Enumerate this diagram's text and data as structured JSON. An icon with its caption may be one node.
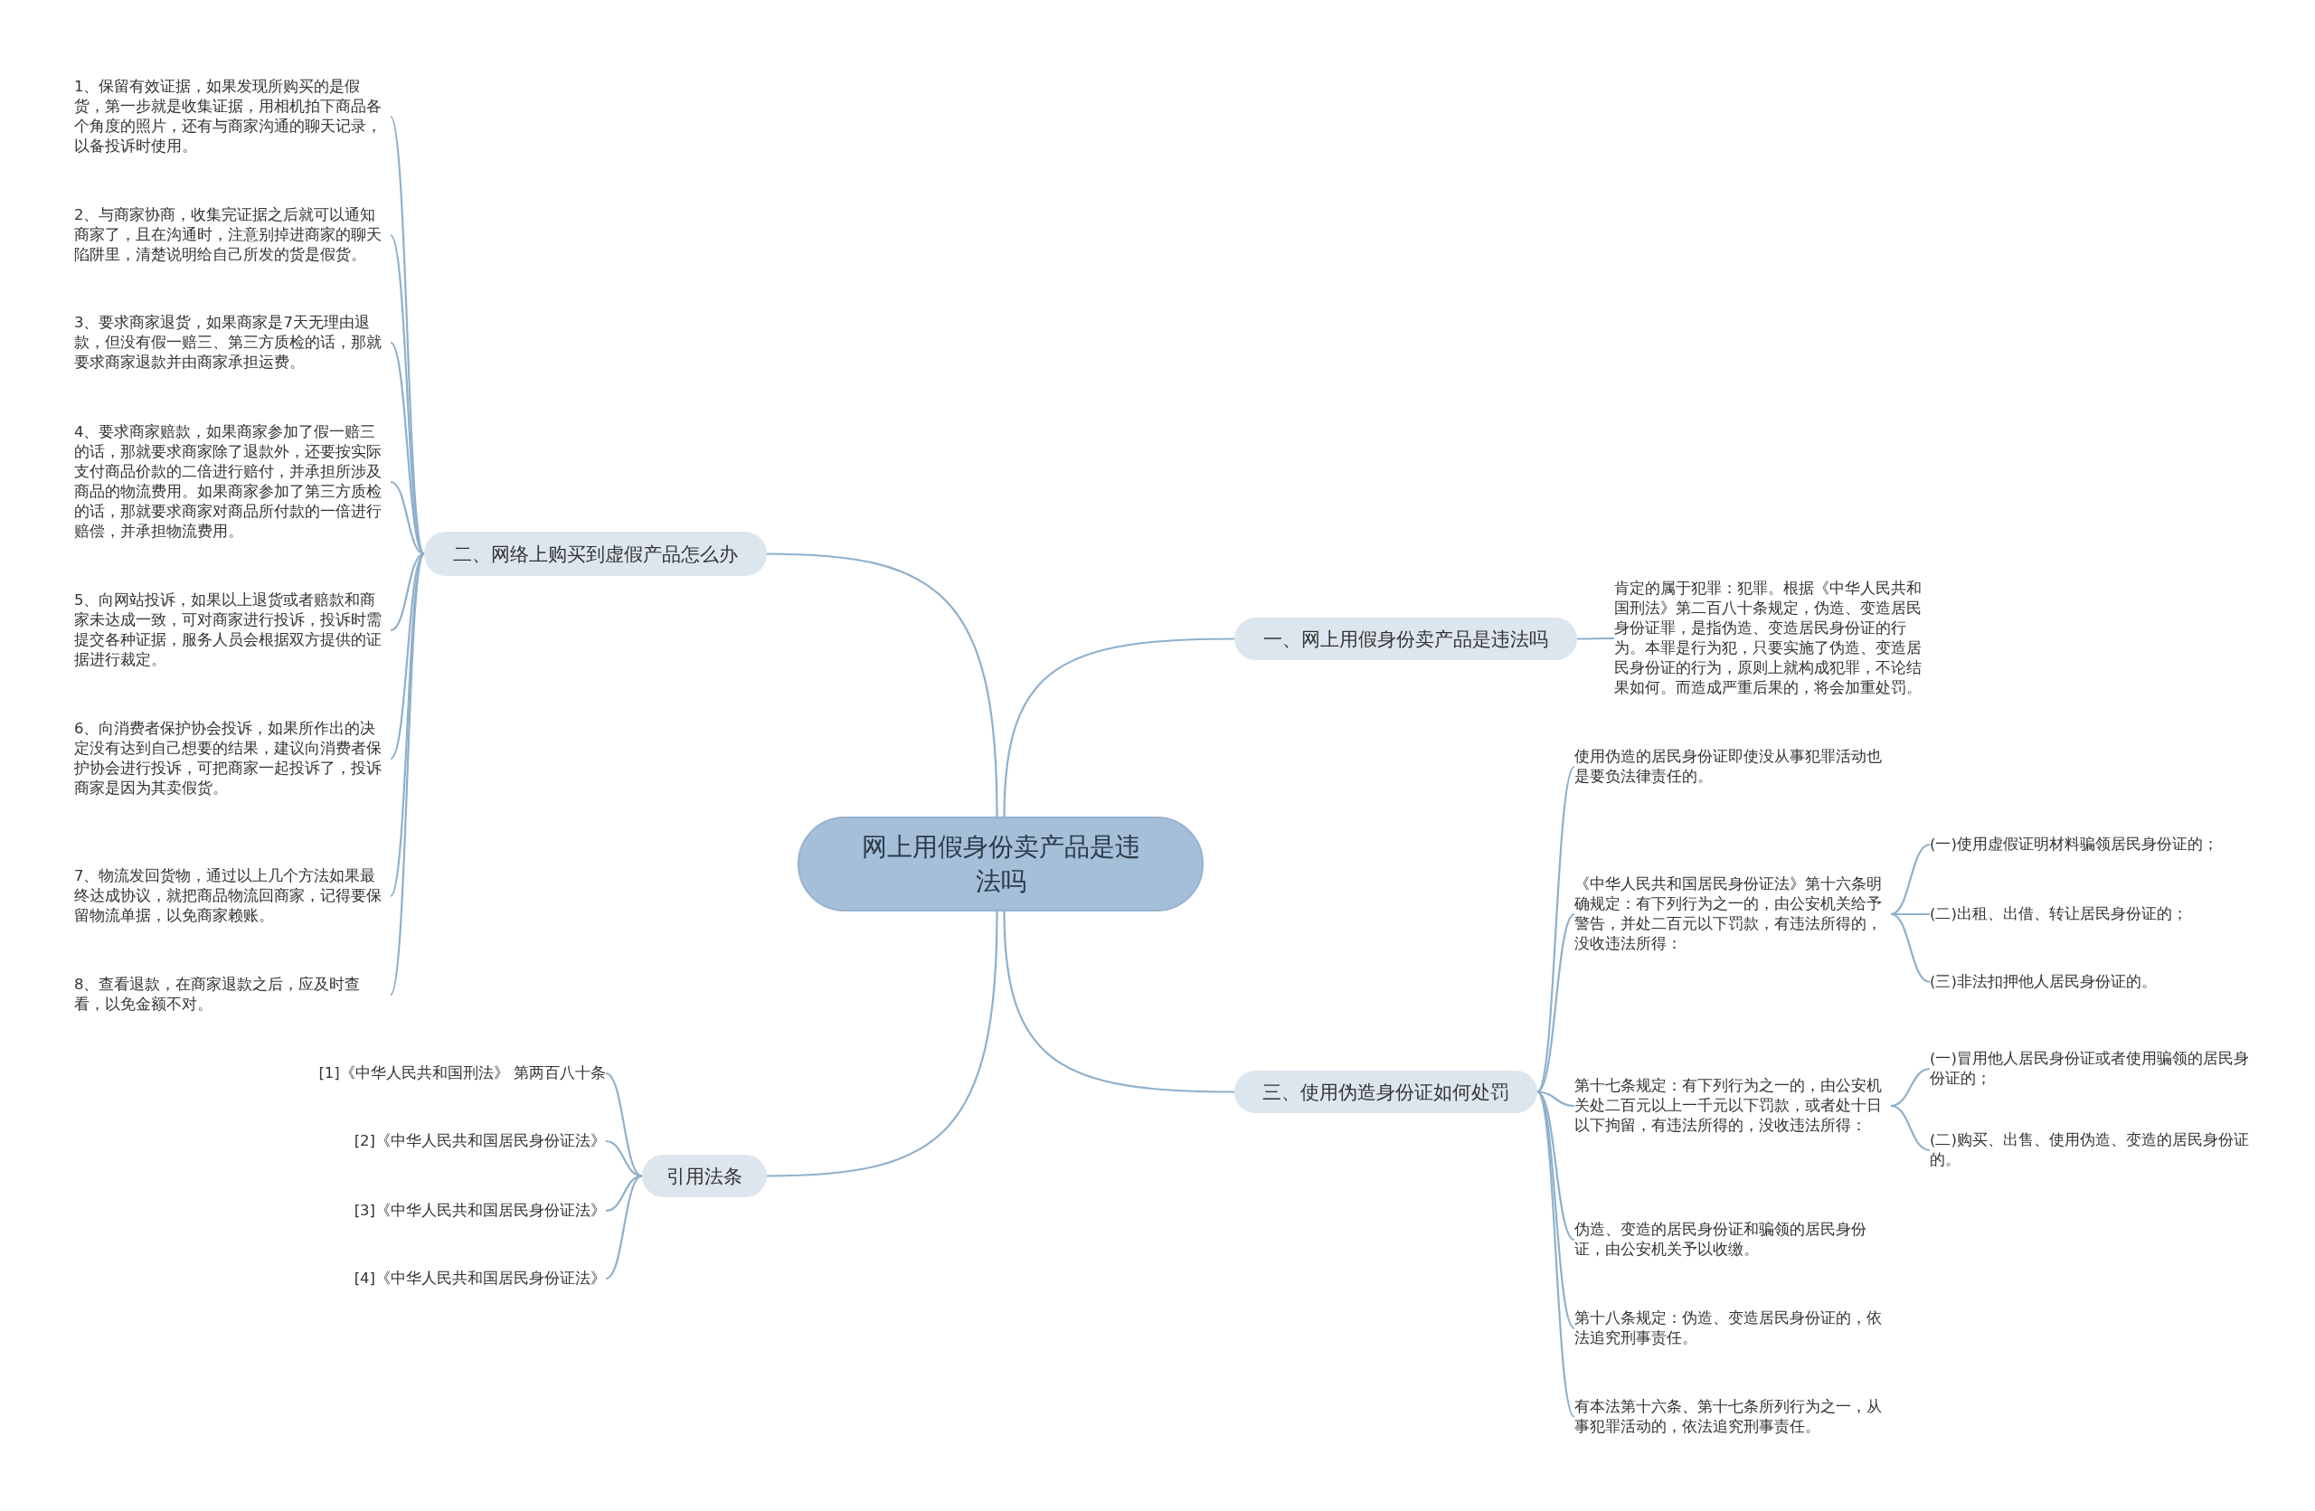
{
  "diagram": {
    "nodes": [
      {
        "text": [
          "网上用假身份卖产品是违法吗"
        ]
      },
      {
        "text": [
          "一、网上用假身份卖产品是违法吗"
        ]
      },
      {
        "text": [
          "肯定的属于犯罪：犯罪。根据《中华人民共和国刑法》第二百八十条规定，伪造、变造居民身份证罪，是指伪造、变造居民身份证的行为。本罪是行为犯，只要实施了伪造、变造居民身份证的行为，原则上就构成犯罪，不论结果如何。而造成严重后果的，将会加重处罚。"
        ]
      },
      {
        "text": [
          "二、网络上购买到虚假产品怎么办"
        ]
      },
      {
        "text": [
          "1、保留有效证据，如果发现所购买的是假货，第一步就是收集证据，用相机拍下商品各个角度的照片，还有与商家沟通的聊天记录，以备投诉时使用。"
        ]
      },
      {
        "text": [
          "2、与商家协商，收集完证据之后就可以通知商家了，且在沟通时，注意别掉进商家的聊天陷阱里，清楚说明给自己所发的货是假货。"
        ]
      },
      {
        "text": [
          "3、要求商家退货，如果商家是7天无理由退款，但没有假一赔三、第三方质检的话，那就要求商家退款并由商家承担运费。"
        ]
      },
      {
        "text": [
          "4、要求商家赔款，如果商家参加了假一赔三的话，那就要求商家除了退款外，还要按实际支付商品价款的二倍进行赔付，并承担所涉及商品的物流费用。如果商家参加了第三方质检的话，那就要求商家对商品所付款的一倍进行赔偿，并承担物流费用。"
        ]
      },
      {
        "text": [
          "5、向网站投诉，如果以上退货或者赔款和商家未达成一致，可对商家进行投诉，投诉时需提交各种证据，服务人员会根据双方提供的证据进行裁定。"
        ]
      },
      {
        "text": [
          "6、向消费者保护协会投诉，如果所作出的决定没有达到自己想要的结果，建议向消费者保护协会进行投诉，可把商家一起投诉了，投诉商家是因为其卖假货。"
        ]
      },
      {
        "text": [
          "7、物流发回货物，通过以上几个方法如果最终达成协议，就把商品物流回商家，记得要保留物流单据，以免商家赖账。"
        ]
      },
      {
        "text": [
          "8、查看退款，在商家退款之后，应及时查看，以免金额不对。"
        ]
      },
      {
        "text": [
          "三、使用伪造身份证如何处罚"
        ]
      },
      {
        "text": [
          "使用伪造的居民身份证即使没从事犯罪活动也是要负法律责任的。"
        ]
      },
      {
        "text": [
          "《中华人民共和国居民身份证法》第十六条明确规定：有下列行为之一的，由公安机关给予警告，并处二百元以下罚款，有违法所得的，没收违法所得："
        ]
      },
      {
        "text": [
          "(一)使用虚假证明材料骗领居民身份证的；"
        ]
      },
      {
        "text": [
          "(二)出租、出借、转让居民身份证的；"
        ]
      },
      {
        "text": [
          "(三)非法扣押他人居民身份证的。"
        ]
      },
      {
        "text": [
          "第十七条规定：有下列行为之一的，由公安机关处二百元以上一千元以下罚款，或者处十日以下拘留，有违法所得的，没收违法所得："
        ]
      },
      {
        "text": [
          "(一)冒用他人居民身份证或者使用骗领的居民身份证的；"
        ]
      },
      {
        "text": [
          "(二)购买、出售、使用伪造、变造的居民身份证的。"
        ]
      },
      {
        "text": [
          "伪造、变造的居民身份证和骗领的居民身份证，由公安机关予以收缴。"
        ]
      },
      {
        "text": [
          "第十八条规定：伪造、变造居民身份证的，依法追究刑事责任。"
        ]
      },
      {
        "text": [
          "有本法第十六条、第十七条所列行为之一，从事犯罪活动的，依法追究刑事责任。"
        ]
      },
      {
        "text": [
          "引用法条"
        ]
      },
      {
        "text": [
          "[1]《中华人民共和国刑法》 第两百八十条"
        ]
      },
      {
        "text": [
          "[2]《中华人民共和国居民身份证法》"
        ]
      },
      {
        "text": [
          "[3]《中华人民共和国居民身份证法》"
        ]
      },
      {
        "text": [
          "[4]《中华人民共和国居民身份证法》"
        ]
      }
    ],
    "edges": [
      {
        "from": 0,
        "to": 1,
        "arrow": "none"
      },
      {
        "from": 1,
        "to": 2,
        "arrow": "none"
      },
      {
        "from": 0,
        "to": 3,
        "arrow": "none"
      },
      {
        "from": 3,
        "to": 4,
        "arrow": "none"
      },
      {
        "from": 3,
        "to": 5,
        "arrow": "none"
      },
      {
        "from": 3,
        "to": 6,
        "arrow": "none"
      },
      {
        "from": 3,
        "to": 7,
        "arrow": "none"
      },
      {
        "from": 3,
        "to": 8,
        "arrow": "none"
      },
      {
        "from": 3,
        "to": 9,
        "arrow": "none"
      },
      {
        "from": 3,
        "to": 10,
        "arrow": "none"
      },
      {
        "from": 3,
        "to": 11,
        "arrow": "none"
      },
      {
        "from": 0,
        "to": 12,
        "arrow": "none"
      },
      {
        "from": 12,
        "to": 13,
        "arrow": "none"
      },
      {
        "from": 12,
        "to": 14,
        "arrow": "none"
      },
      {
        "from": 14,
        "to": 15,
        "arrow": "none"
      },
      {
        "from": 14,
        "to": 16,
        "arrow": "none"
      },
      {
        "from": 14,
        "to": 17,
        "arrow": "none"
      },
      {
        "from": 12,
        "to": 18,
        "arrow": "none"
      },
      {
        "from": 18,
        "to": 19,
        "arrow": "none"
      },
      {
        "from": 18,
        "to": 20,
        "arrow": "none"
      },
      {
        "from": 12,
        "to": 21,
        "arrow": "none"
      },
      {
        "from": 12,
        "to": 22,
        "arrow": "none"
      },
      {
        "from": 12,
        "to": 23,
        "arrow": "none"
      },
      {
        "from": 0,
        "to": 24,
        "arrow": "none"
      },
      {
        "from": 24,
        "to": 25,
        "arrow": "none"
      },
      {
        "from": 24,
        "to": 26,
        "arrow": "none"
      },
      {
        "from": 24,
        "to": 27,
        "arrow": "none"
      },
      {
        "from": 24,
        "to": 28,
        "arrow": "none"
      }
    ]
  }
}
